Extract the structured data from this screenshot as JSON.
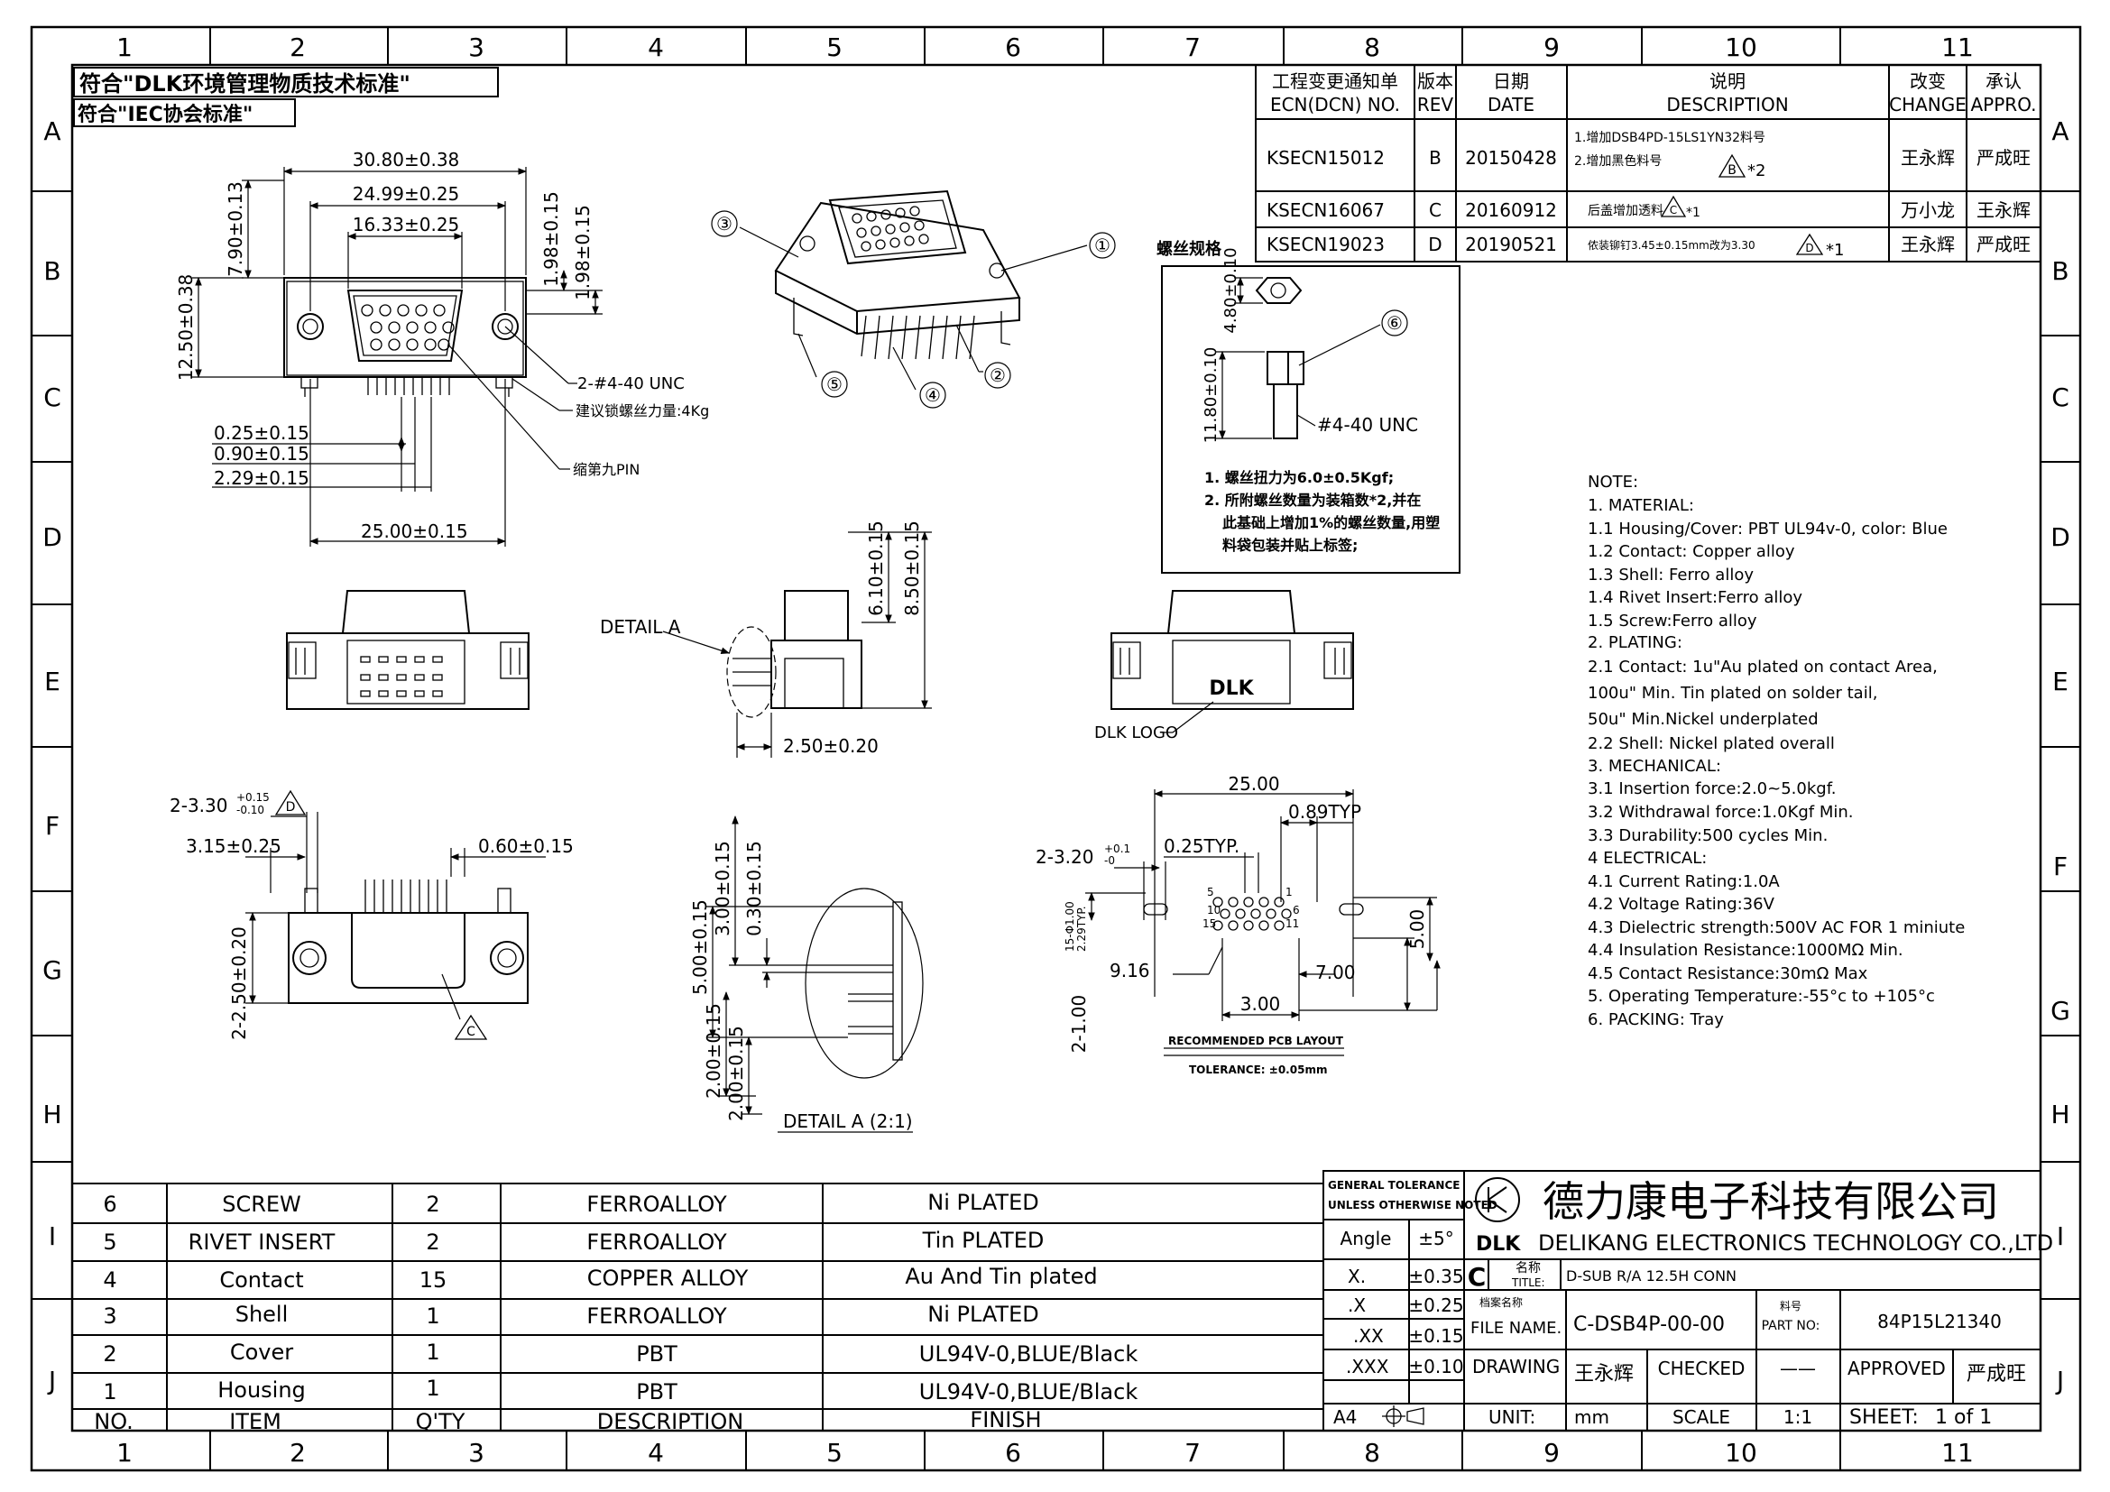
{
  "grid": {
    "cols": [
      "1",
      "2",
      "3",
      "4",
      "5",
      "6",
      "7",
      "8",
      "9",
      "10",
      "11"
    ],
    "rows": [
      "A",
      "B",
      "C",
      "D",
      "E",
      "F",
      "G",
      "H",
      "I",
      "J"
    ]
  },
  "compliance": {
    "dlk": "符合\"DLK环境管理物质技术标准\"",
    "iec": "符合\"IEC协会标准\""
  },
  "ecn": {
    "headers": [
      {
        "cn": "工程变更通知单",
        "en": "ECN(DCN) NO."
      },
      {
        "cn": "版本",
        "en": "REV"
      },
      {
        "cn": "日期",
        "en": "DATE"
      },
      {
        "cn": "说明",
        "en": "DESCRIPTION"
      },
      {
        "cn": "改变",
        "en": "CHANGE"
      },
      {
        "cn": "承认",
        "en": "APPRO."
      }
    ],
    "rows": [
      {
        "no": "KSECN15012",
        "rev": "B",
        "date": "20150428",
        "desc1": "1.增加DSB4PD-15LS1YN32料号",
        "desc2": "2.增加黑色料号",
        "mark": "*2",
        "sym": "B",
        "change": "王永辉",
        "appro": "严成旺"
      },
      {
        "no": "KSECN16067",
        "rev": "C",
        "date": "20160912",
        "desc1": "后盖增加透料",
        "desc2": "",
        "mark": "*1",
        "sym": "C",
        "change": "万小龙",
        "appro": "王永辉"
      },
      {
        "no": "KSECN19023",
        "rev": "D",
        "date": "20190521",
        "desc1": "侬装铆钉3.45±0.15mm改为3.30",
        "desc2": "",
        "mark": "*1",
        "sym": "D",
        "change": "王永辉",
        "appro": "严成旺"
      }
    ]
  },
  "top_view": {
    "dims": [
      "30.80±0.38",
      "24.99±0.25",
      "16.33±0.25",
      "7.90±0.13",
      "12.50±0.38",
      "1.98±0.15",
      "1.98±0.15",
      "0.25±0.15",
      "0.90±0.15",
      "2.29±0.15",
      "25.00±0.15"
    ],
    "notes": [
      "2-#4-40 UNC",
      "建议锁螺丝力量:4Kg",
      "缩第九PIN"
    ]
  },
  "iso_view": {
    "callouts": [
      "①",
      "②",
      "③",
      "④",
      "⑤"
    ]
  },
  "screw_spec": {
    "title": "螺丝规格",
    "callout": "⑥",
    "dims": [
      "4.80±0.10",
      "11.80±0.10"
    ],
    "thread": "#4-40 UNC",
    "notes": [
      "1. 螺丝扭力为6.0±0.5Kgf;",
      "2. 所附螺丝数量为装箱数*2,并在",
      "此基础上增加1%的螺丝数量,用塑",
      "料袋包装并贴上标签;"
    ]
  },
  "side_view": {
    "detail_label": "DETAIL A",
    "dims": [
      "6.10±0.15",
      "8.50±0.15",
      "2.50±0.20"
    ]
  },
  "rear_view": {
    "logo": "DLK",
    "logo_label": "DLK LOGO"
  },
  "front_bottom_view": {
    "dims": [
      "2-3.30",
      "+0.15",
      "-0.10",
      "3.15±0.25",
      "0.60±0.15",
      "2-2.50±0.20"
    ],
    "sym_d": "D",
    "sym_c": "C"
  },
  "detail_a": {
    "dims": [
      "3.00±0.15",
      "0.30±0.15",
      "5.00±0.15",
      "2.00±0.15",
      "2.00±0.15"
    ],
    "title": "DETAIL A (2:1)"
  },
  "pcb_layout": {
    "dims": [
      "25.00",
      "0.89TYP",
      "2-3.20",
      "+0.1",
      "-0",
      "0.25TYP.",
      "2-1.00",
      "15-Φ1.00",
      "2.29TYP.",
      "9.16",
      "7.00",
      "3.00",
      "5.00"
    ],
    "pins": [
      "5",
      "1",
      "10",
      "6",
      "15",
      "11"
    ],
    "title": "RECOMMENDED PCB LAYOUT",
    "tolerance": "TOLERANCE: ±0.05mm"
  },
  "notes": {
    "lines": [
      "NOTE:",
      "1.  MATERIAL:",
      "1.1  Housing/Cover: PBT UL94v-0, color: Blue",
      "1.2  Contact: Copper alloy",
      "1.3  Shell: Ferro alloy",
      "1.4  Rivet Insert:Ferro alloy",
      "1.5  Screw:Ferro alloy",
      "2.  PLATING:",
      "2.1  Contact: 1u\"Au plated on contact Area,",
      "         100u\" Min. Tin plated on solder tail,",
      "         50u\" Min.Nickel underplated",
      "2.2  Shell: Nickel plated overall",
      "3.      MECHANICAL:",
      "3.1  Insertion force:2.0~5.0kgf.",
      "3.2  Withdrawal force:1.0Kgf Min.",
      "3.3  Durability:500 cycles Min.",
      "4    ELECTRICAL:",
      "4.1  Current Rating:1.0A",
      "4.2  Voltage Rating:36V",
      "4.3  Dielectric strength:500V AC FOR 1 miniute",
      "4.4  Insulation Resistance:1000MΩ Min.",
      "4.5  Contact Resistance:30mΩ Max",
      "5.  Operating Temperature:-55°c to +105°c",
      "6.  PACKING: Tray"
    ]
  },
  "bom": {
    "headers": [
      "NO.",
      "ITEM",
      "Q'TY",
      "DESCRIPTION",
      "FINISH"
    ],
    "rows": [
      {
        "no": "6",
        "item": "SCREW",
        "qty": "2",
        "desc": "FERROALLOY",
        "finish": "Ni PLATED"
      },
      {
        "no": "5",
        "item": "RIVET INSERT",
        "qty": "2",
        "desc": "FERROALLOY",
        "finish": "Tin PLATED"
      },
      {
        "no": "4",
        "item": "Contact",
        "qty": "15",
        "desc": "COPPER ALLOY",
        "finish": "Au And Tin plated"
      },
      {
        "no": "3",
        "item": "Shell",
        "qty": "1",
        "desc": "FERROALLOY",
        "finish": "Ni PLATED"
      },
      {
        "no": "2",
        "item": "Cover",
        "qty": "1",
        "desc": "PBT",
        "finish": "UL94V-0,BLUE/Black"
      },
      {
        "no": "1",
        "item": "Housing",
        "qty": "1",
        "desc": "PBT",
        "finish": "UL94V-0,BLUE/Black"
      }
    ]
  },
  "title_block": {
    "tol_head1": "GENERAL TOLERANCE",
    "tol_head2": "UNLESS OTHERWISE NOTED",
    "tolerances": [
      {
        "k": "Angle",
        "v": "±5°"
      },
      {
        "k": "X.",
        "v": "±0.35"
      },
      {
        "k": ".X",
        "v": "±0.25"
      },
      {
        "k": ".XX",
        "v": "±0.15"
      },
      {
        "k": ".XXX",
        "v": "±0.10"
      }
    ],
    "sheet_size": "A4",
    "company_cn": "德力康电子科技有限公司",
    "company_en": "DELIKANG ELECTRONICS TECHNOLOGY CO.,LTD",
    "brand": "DLK",
    "rev": "C",
    "title_cn": "名称",
    "title_label": "TITLE:",
    "title_value": "D-SUB R/A 12.5H CONN",
    "file_cn": "档案名称",
    "file_label": "FILE NAME.",
    "file_value": "C-DSB4P-00-00",
    "part_cn": "料号",
    "part_label": "PART NO:",
    "part_value": "84P15L21340",
    "drawing_label": "DRAWING",
    "drawing_value": "王永辉",
    "checked_label": "CHECKED",
    "checked_value": "——",
    "approved_label": "APPROVED",
    "approved_value": "严成旺",
    "unit_label": "UNIT:",
    "unit_value": "mm",
    "scale_label": "SCALE",
    "scale_value": "1:1",
    "sheet_label": "SHEET:",
    "sheet_value": "1  of  1"
  }
}
